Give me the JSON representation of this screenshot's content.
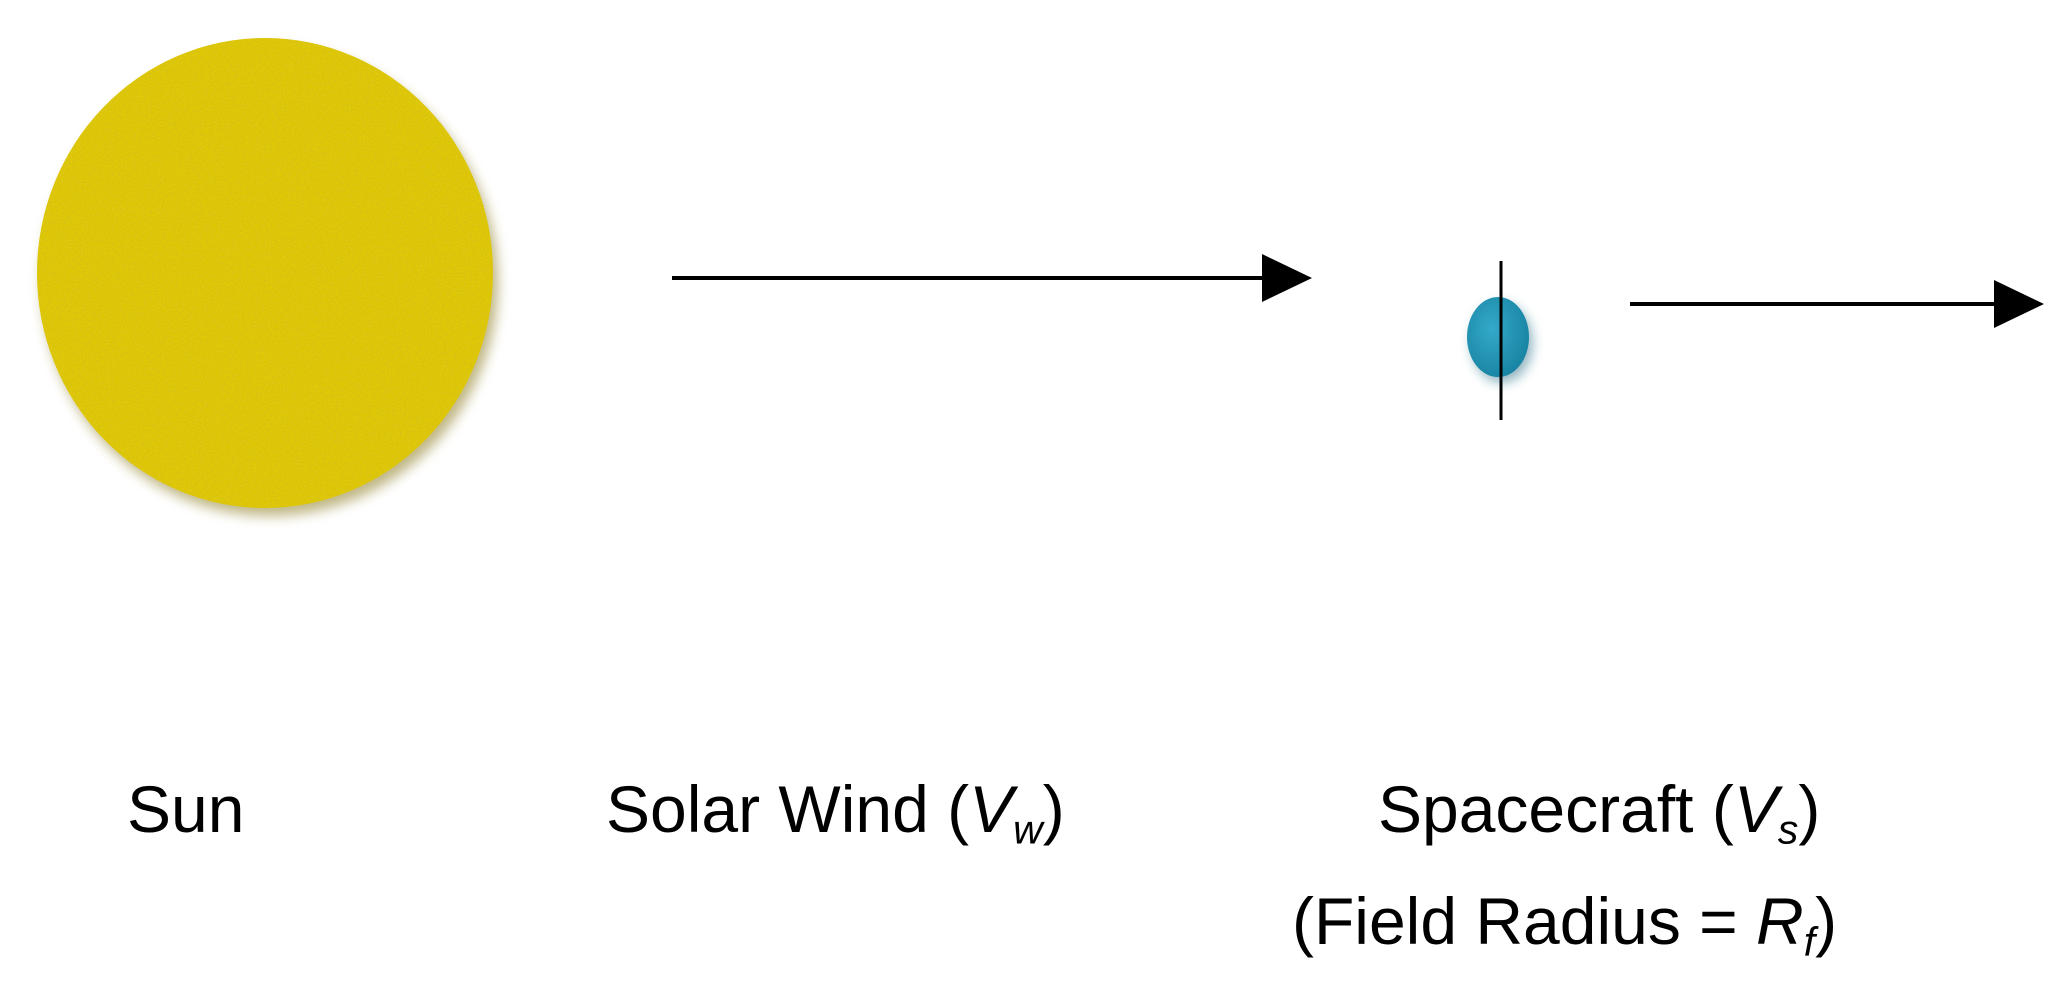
{
  "colors": {
    "sun": "#e0c80c",
    "sun_shadow": "#9a8a20",
    "spacecraft": "#1e8fb0",
    "line": "#000000"
  },
  "labels": {
    "sun": "Sun",
    "solar_wind_prefix": "Solar Wind  (",
    "solar_wind_var": "V",
    "solar_wind_sub": "w",
    "solar_wind_suffix": ")",
    "spacecraft_prefix": "Spacecraft (",
    "spacecraft_var": "V",
    "spacecraft_sub": "s",
    "spacecraft_suffix": ")",
    "field_prefix": "(Field Radius = ",
    "field_var": "R",
    "field_sub": "f",
    "field_suffix": ")"
  }
}
